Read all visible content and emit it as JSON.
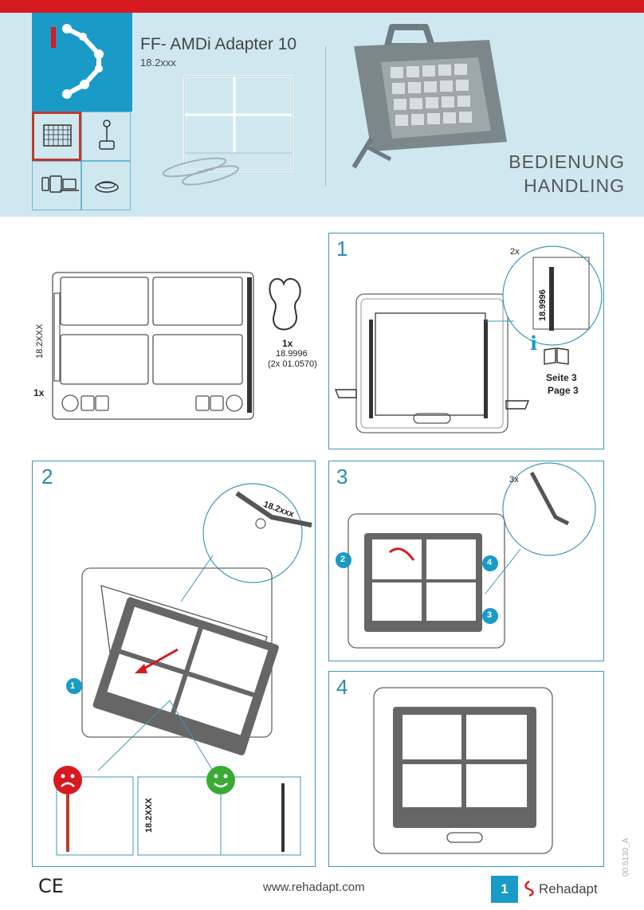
{
  "header": {
    "title": "FF- AMDi Adapter 10",
    "subtitle": "18.2xxx",
    "bedienung": "BEDIENUNG",
    "handling": "HANDLING"
  },
  "overview": {
    "part_a_label": "18.2XXX",
    "part_a_count": "1x",
    "part_b_count": "1x",
    "part_b_code": "18.9996",
    "part_b_sub": "(2x 01.0570)"
  },
  "step1": {
    "number": "1",
    "detail_count": "2x",
    "detail_label": "18.9996",
    "info_line1": "Seite 3",
    "info_line2": "Page 3"
  },
  "step2": {
    "number": "2",
    "detail_label": "18.2xxx",
    "marker_1": "1",
    "bottom_label": "18.2XXX"
  },
  "step3": {
    "number": "3",
    "detail_count": "3x",
    "marker_2": "2",
    "marker_4": "4",
    "marker_3": "3"
  },
  "step4": {
    "number": "4"
  },
  "footer": {
    "ce": "CE",
    "url": "www.rehadapt.com",
    "page": "1",
    "brand": "Rehadapt",
    "doc_number": "00.5130_A"
  },
  "colors": {
    "brand_red": "#d71920",
    "accent_blue": "#1a9bc7",
    "header_bg": "#cfe8f0",
    "sad_red": "#d71920",
    "happy_green": "#3aaa35"
  }
}
